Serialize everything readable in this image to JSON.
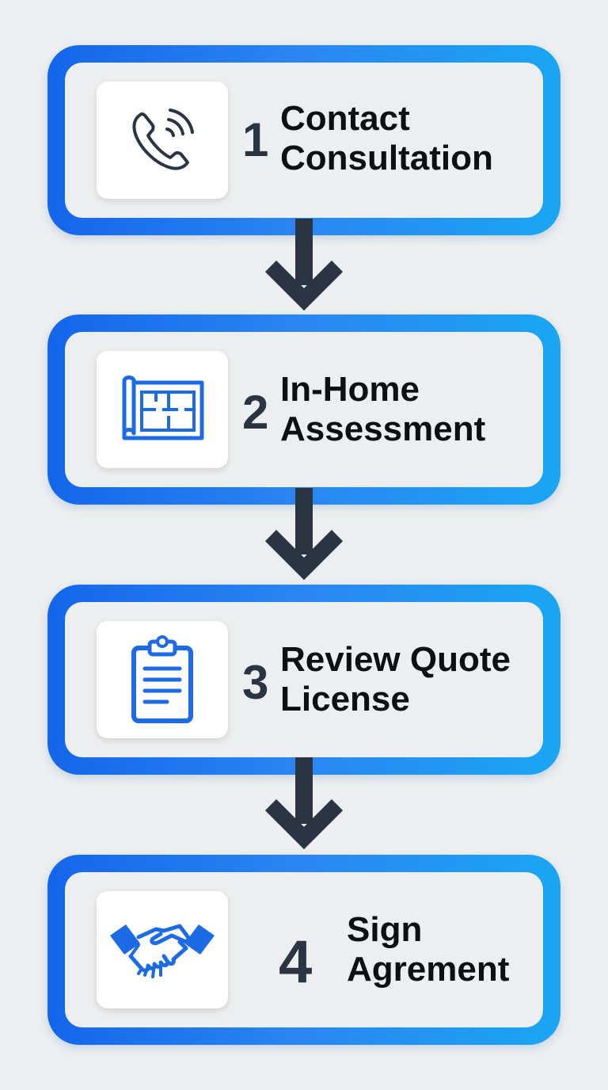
{
  "steps": [
    {
      "number": "1",
      "line1": "Contact",
      "line2": "Consultation",
      "icon": "phone-icon"
    },
    {
      "number": "2",
      "line1": "In-Home",
      "line2": "Assessment",
      "icon": "floor-plan-icon"
    },
    {
      "number": "3",
      "line1": "Review Quote",
      "line2": "License",
      "icon": "clipboard-icon"
    },
    {
      "number": "4",
      "line1": "Sign",
      "line2": "Agrement",
      "icon": "handshake-icon"
    }
  ],
  "colors": {
    "border_start": "#1466ea",
    "border_end": "#1aa6f3",
    "arrow": "#2a3442",
    "icon_blue": "#1d6ae5",
    "icon_dark": "#2a3442",
    "background": "#eceeef"
  }
}
